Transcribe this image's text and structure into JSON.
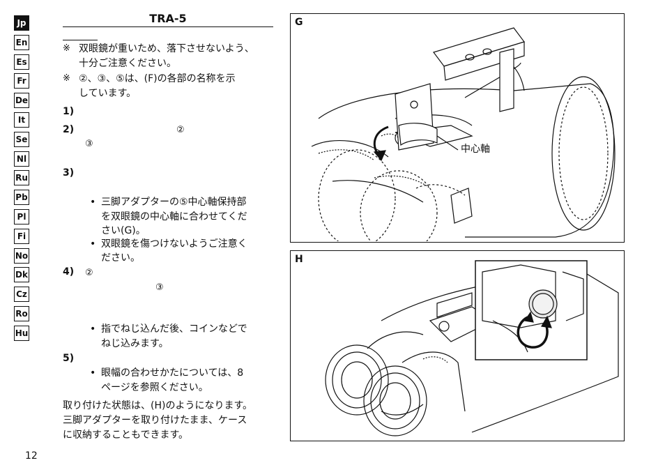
{
  "lang_tabs": [
    "Jp",
    "En",
    "Es",
    "Fr",
    "De",
    "It",
    "Se",
    "Nl",
    "Ru",
    "Pb",
    "Pl",
    "Fi",
    "No",
    "Dk",
    "Cz",
    "Ro",
    "Hu"
  ],
  "title": "TRA-5",
  "notes": [
    {
      "mark": "※",
      "lines": [
        "双眼鏡が重いため、落下させないよう、",
        "十分ご注意ください。"
      ]
    },
    {
      "mark": "※",
      "lines": [
        "②、③、⑤は、(F)の各部の名称を示",
        "しています。"
      ]
    }
  ],
  "steps": [
    {
      "num": "1)"
    },
    {
      "num": "2)",
      "marks": [
        "②",
        "③"
      ]
    },
    {
      "num": "3)",
      "bullets": [
        [
          "三脚アダプターの⑤中心軸保持部",
          "を双眼鏡の中心軸に合わせてくだ",
          "さい(G)。"
        ],
        [
          "双眼鏡を傷つけないようご注意く",
          "ださい。"
        ]
      ]
    },
    {
      "num": "4)",
      "marks": [
        "②",
        "③"
      ],
      "bullets": [
        [
          "指でねじ込んだ後、コインなどで",
          "ねじ込みます。"
        ]
      ]
    },
    {
      "num": "5)",
      "bullets": [
        [
          "眼幅の合わせかたについては、8",
          "ページを参照ください。"
        ]
      ]
    }
  ],
  "closing": [
    "取り付けた状態は、(H)のようになります。",
    "三脚アダプターを取り付けたまま、ケース",
    "に収納することもできます。"
  ],
  "page_number": "12",
  "figure_g": {
    "label": "G",
    "callout": "中心軸"
  },
  "figure_h": {
    "label": "H"
  }
}
